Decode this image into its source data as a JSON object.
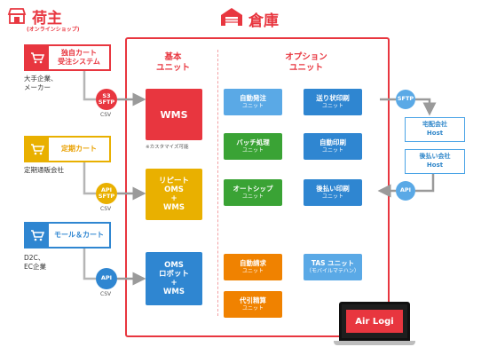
{
  "colors": {
    "red": "#e8363f",
    "yellow": "#e9b000",
    "blue": "#2f86d1",
    "green": "#3aa335",
    "orange": "#f08200",
    "lightblue": "#5aa9e6",
    "gray": "#9a9a9a"
  },
  "shipper": {
    "title": "荷主",
    "subtitle": "(オンラインショップ)",
    "icon": "shop-icon"
  },
  "warehouse": {
    "title": "倉庫",
    "icon": "warehouse-icon"
  },
  "carts": [
    {
      "line1": "独自カート",
      "line2": "受注システム",
      "note1": "大手企業、",
      "note2": "メーカー",
      "icon": "cart-icon"
    },
    {
      "line1": "定期カート",
      "line2": "",
      "note1": "定期通販会社",
      "note2": "",
      "icon": "cart-icon"
    },
    {
      "line1": "モール＆カート",
      "line2": "",
      "note1": "D2C、",
      "note2": "EC企業",
      "icon": "cart-icon"
    }
  ],
  "connectors": [
    {
      "line1": "S3",
      "line2": "SFTP",
      "csv": "CSV"
    },
    {
      "line1": "API",
      "line2": "SFTP",
      "csv": "CSV"
    },
    {
      "line1": "API",
      "line2": "",
      "csv": "CSV"
    }
  ],
  "core": {
    "header1": "基本",
    "header2": "ユニット",
    "wms": "WMS",
    "wms_note": "※カスタマイズ可能",
    "repeat": {
      "line1": "リピート",
      "line2": "OMS",
      "line3": "+",
      "line4": "WMS"
    },
    "robot": {
      "line1": "OMS",
      "line2": "ロボット",
      "line3": "+",
      "line4": "WMS"
    }
  },
  "options": {
    "header1": "オプション",
    "header2": "ユニット",
    "items": [
      {
        "name": "自動発注",
        "unit": "ユニット"
      },
      {
        "name": "送り状印刷",
        "unit": "ユニット"
      },
      {
        "name": "バッチ処理",
        "unit": "ユニット"
      },
      {
        "name": "自動印刷",
        "unit": "ユニット"
      },
      {
        "name": "オートシップ",
        "unit": "ユニット"
      },
      {
        "name": "後払い印刷",
        "unit": "ユニット"
      },
      {
        "name": "自動請求",
        "unit": "ユニット"
      },
      {
        "name": "TAS ユニット",
        "unit": "（モバイルマテハン）"
      },
      {
        "name": "代引精算",
        "unit": "ユニット"
      }
    ]
  },
  "right": {
    "sftp": "SFTP",
    "api": "API",
    "host1": {
      "line1": "宅配会社",
      "line2": "Host"
    },
    "host2": {
      "line1": "後払い会社",
      "line2": "Host"
    }
  },
  "brand": "Air Logi"
}
